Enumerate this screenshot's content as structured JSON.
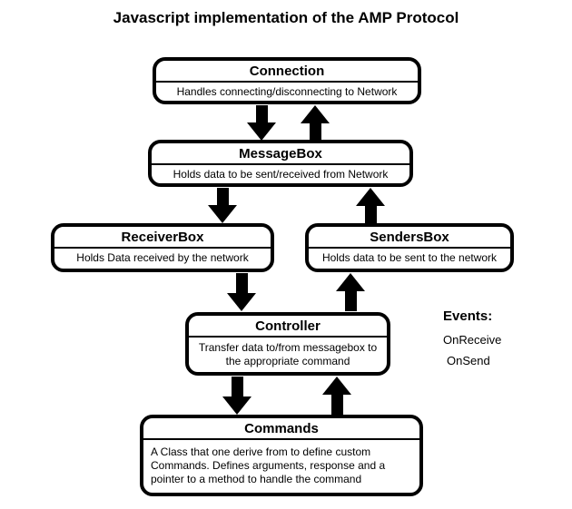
{
  "page": {
    "title": "Javascript implementation of the AMP Protocol"
  },
  "boxes": {
    "connection": {
      "title": "Connection",
      "description": "Handles connecting/disconnecting to Network"
    },
    "messagebox": {
      "title": "MessageBox",
      "description": "Holds data to be sent/received from Network"
    },
    "receiverbox": {
      "title": "ReceiverBox",
      "description": "Holds Data received by the network"
    },
    "sendersbox": {
      "title": "SendersBox",
      "description": "Holds data to be sent to the network"
    },
    "controller": {
      "title": "Controller",
      "description": "Transfer data to/from messagebox to the appropriate command"
    },
    "commands": {
      "title": "Commands",
      "description": "A Class that one derive from to define custom Commands.  Defines arguments, response and a pointer to a method to handle the command"
    }
  },
  "events": {
    "heading": "Events:",
    "items": [
      "OnReceive",
      "OnSend"
    ]
  }
}
